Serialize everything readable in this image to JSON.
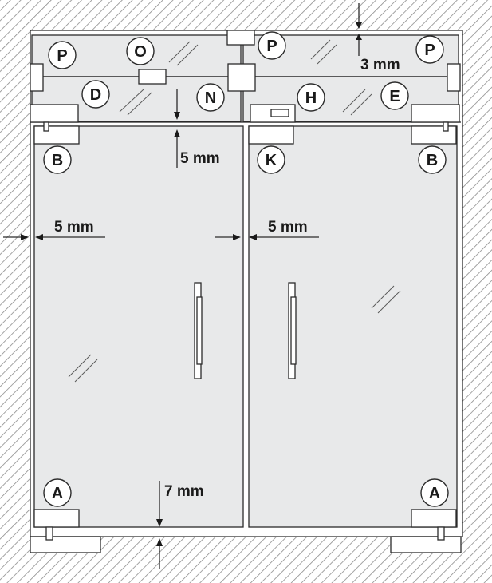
{
  "colors": {
    "wall_hatch": "#8c8c8c",
    "glass": "#e8e9ea",
    "line": "#2b2b2b",
    "background": "#ffffff"
  },
  "labels": {
    "P": "P",
    "O": "O",
    "D": "D",
    "N": "N",
    "H": "H",
    "E": "E",
    "B": "B",
    "K": "K",
    "A": "A"
  },
  "dimensions": {
    "top_gap": "3 mm",
    "transom_gap": "5 mm",
    "left_side_gap": "5 mm",
    "center_gap": "5 mm",
    "floor_gap": "7 mm"
  }
}
